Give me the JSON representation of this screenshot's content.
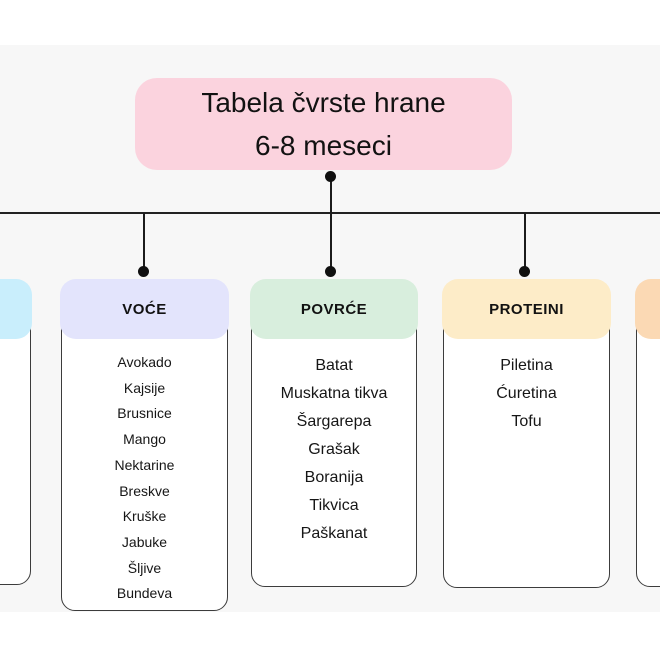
{
  "canvas": {
    "page_background": "#ffffff",
    "background": "#f7f7f7",
    "connector_color": "#1c1c1c"
  },
  "title": {
    "line1": "Tabela čvrste hrane",
    "line2": "6-8 meseci",
    "background": "#fbd3de"
  },
  "columns": [
    {
      "id": "left-partial",
      "label": "",
      "header_color": "#c9eefc",
      "items": []
    },
    {
      "id": "voce",
      "label": "VOĆE",
      "header_color": "#e3e4fc",
      "items": [
        "Avokado",
        "Kajsije",
        "Brusnice",
        "Mango",
        "Nektarine",
        "Breskve",
        "Kruške",
        "Jabuke",
        "Šljive",
        "Bundeva"
      ]
    },
    {
      "id": "povrce",
      "label": "POVRĆE",
      "header_color": "#d8eedd",
      "items": [
        "Batat",
        "Muskatna tikva",
        "Šargarepa",
        "Grašak",
        "Boranija",
        "Tikvica",
        "Paškanat"
      ]
    },
    {
      "id": "proteini",
      "label": "PROTEINI",
      "header_color": "#fdecc8",
      "items": [
        "Piletina",
        "Ćuretina",
        "Tofu"
      ]
    },
    {
      "id": "right-partial",
      "label": "",
      "header_color": "#fbd9b4",
      "items": []
    }
  ]
}
